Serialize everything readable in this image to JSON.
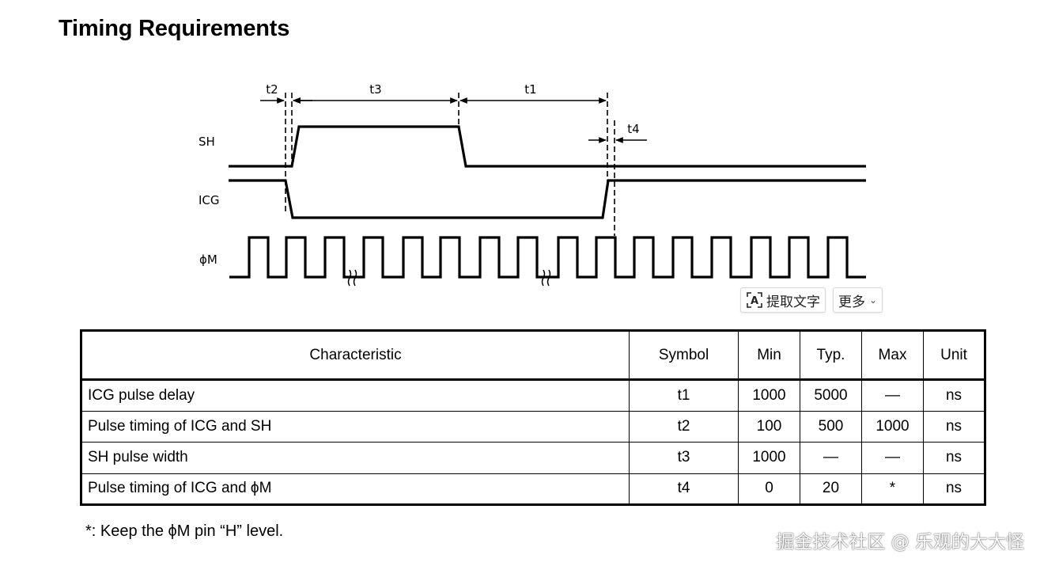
{
  "page": {
    "title": "Timing Requirements"
  },
  "diagram": {
    "signals": {
      "sh": "SH",
      "icg": "ICG",
      "phim": "ϕM"
    },
    "dimensions": {
      "t2": "t2",
      "t3": "t3",
      "t1": "t1",
      "t4": "t4"
    }
  },
  "ocr_toolbar": {
    "extract_text": "提取文字",
    "more": "更多"
  },
  "table": {
    "headers": {
      "characteristic": "Characteristic",
      "symbol": "Symbol",
      "min": "Min",
      "typ": "Typ.",
      "max": "Max",
      "unit": "Unit"
    },
    "rows": [
      {
        "characteristic": "ICG pulse delay",
        "symbol": "t1",
        "min": "1000",
        "typ": "5000",
        "max": "—",
        "unit": "ns"
      },
      {
        "characteristic": "Pulse timing of ICG and SH",
        "symbol": "t2",
        "min": "100",
        "typ": "500",
        "max": "1000",
        "unit": "ns"
      },
      {
        "characteristic": "SH pulse width",
        "symbol": "t3",
        "min": "1000",
        "typ": "—",
        "max": "—",
        "unit": "ns"
      },
      {
        "characteristic": "Pulse timing of ICG and ϕM",
        "symbol": "t4",
        "min": "0",
        "typ": "20",
        "max": "*",
        "unit": "ns"
      }
    ]
  },
  "footnote": "*: Keep the ϕM pin “H” level.",
  "watermark": "掘金技术社区 @ 乐观的大大怪",
  "colors": {
    "line": "#000000",
    "background": "#ffffff"
  }
}
